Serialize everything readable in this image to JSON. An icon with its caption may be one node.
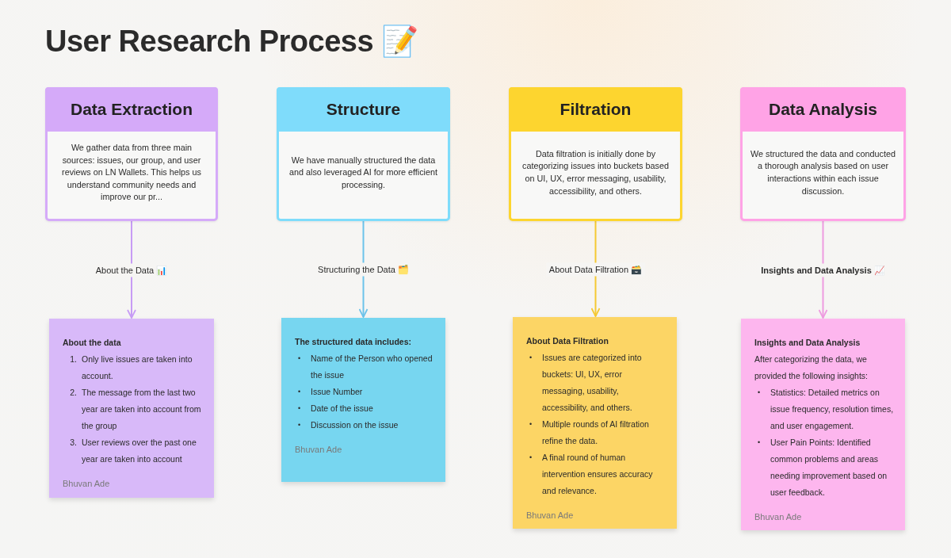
{
  "diagram": {
    "title": "User Research Process 📝",
    "nodes": [
      {
        "text": [
          "Data Extraction",
          "We gather data from three main sources: issues, our group, and user reviews on LN Wallets. This helps us understand community needs and improve our pr..."
        ]
      },
      {
        "text": [
          "Structure",
          "We have manually structured the data and also leveraged AI for more efficient processing."
        ]
      },
      {
        "text": [
          "Filtration",
          "Data filtration is initially done by categorizing issues into buckets based on UI, UX, error messaging, usability, accessibility, and others."
        ]
      },
      {
        "text": [
          "Data Analysis",
          "We structured the data and conducted a thorough analysis based on user interactions within each issue discussion."
        ]
      },
      {
        "text": [
          "About the data",
          "1. Only live issues are taken into account.",
          "2. The message from the last two year are taken into account from the group",
          "3. User reviews over the past one year are taken into account",
          "Bhuvan Ade"
        ]
      },
      {
        "text": [
          "The structured data includes:",
          "• Name of the Person who opened the issue",
          "• Issue Number",
          "• Date of the issue",
          "• Discussion on the issue",
          "Bhuvan Ade"
        ]
      },
      {
        "text": [
          "About Data Filtration",
          "• Issues are categorized into buckets: UI, UX, error messaging, usability, accessibility, and others.",
          "• Multiple rounds of AI filtration refine the data.",
          "• A final round of human intervention ensures accuracy and relevance.",
          "Bhuvan Ade"
        ]
      },
      {
        "text": [
          "Insights and Data Analysis",
          "After categorizing the data, we provided the following insights:",
          "• Statistics: Detailed metrics on issue frequency, resolution times, and user engagement.",
          "• User Pain Points: Identified common problems and areas needing improvement based on user feedback.",
          "Bhuvan Ade"
        ]
      }
    ],
    "edges": [
      {
        "from": 0,
        "to": 4,
        "arrow": "to",
        "label": "About the Data 📊",
        "color": "#c79cf5"
      },
      {
        "from": 1,
        "to": 5,
        "arrow": "to",
        "label": "Structuring the Data 🗂️",
        "color": "#6cc3ea"
      },
      {
        "from": 2,
        "to": 6,
        "arrow": "to",
        "label": "About Data Filtration 🗃️",
        "color": "#f5c932"
      },
      {
        "from": 3,
        "to": 7,
        "arrow": "to",
        "label": "Insights and Data Analysis 📈",
        "color": "#ee9be0"
      }
    ]
  }
}
